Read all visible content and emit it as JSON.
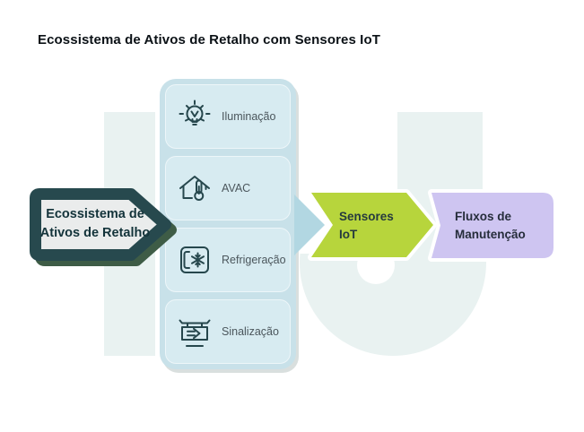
{
  "title": "Ecossistema de Ativos de Retalho com Sensores IoT",
  "source_node": {
    "line1": "Ecossistema de",
    "line2": "Ativos de Retalho"
  },
  "asset_group": {
    "cards": [
      {
        "icon": "lightbulb-icon",
        "label": "Iluminação"
      },
      {
        "icon": "house-thermometer-icon",
        "label": "AVAC"
      },
      {
        "icon": "freezer-snowflake-icon",
        "label": "Refrigeração"
      },
      {
        "icon": "hanging-sign-arrow-icon",
        "label": "Sinalização"
      }
    ]
  },
  "sensor_node": {
    "line1": "Sensores",
    "line2": "IoT"
  },
  "output_node": {
    "line1": "Fluxos de",
    "line2": "Manutenção"
  },
  "colors": {
    "background": "#ffffff",
    "backdrop_letter": "#e9f2f1",
    "asset_container": "#c8e1e9",
    "asset_card": "#d7ebf1",
    "connector_chevron": "#b2d7e2",
    "source_border": "#27494e",
    "source_fill": "#eaecec",
    "source_shadow": "#3e5c46",
    "sensor_green": "#b7d53c",
    "output_purple": "#cec5f1",
    "icon_stroke": "#26474d",
    "title_text": "#0b1116"
  }
}
